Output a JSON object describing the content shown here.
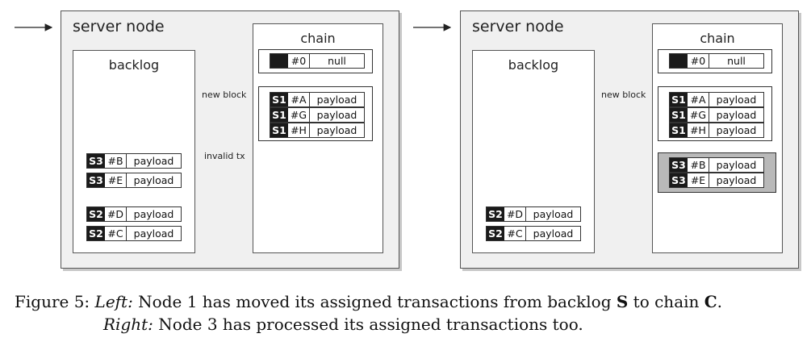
{
  "left_panel": {
    "node_title": "server node",
    "backlog_title": "backlog",
    "chain_title": "chain",
    "genesis": {
      "id": "#0",
      "payload": "null"
    },
    "block1": [
      {
        "server": "S1",
        "id": "#A",
        "payload": "payload"
      },
      {
        "server": "S1",
        "id": "#G",
        "payload": "payload"
      },
      {
        "server": "S1",
        "id": "#H",
        "payload": "payload"
      }
    ],
    "backlog_items": [
      {
        "server": "S3",
        "id": "#B",
        "payload": "payload"
      },
      {
        "server": "S3",
        "id": "#E",
        "payload": "payload"
      },
      {
        "server": "S2",
        "id": "#D",
        "payload": "payload"
      },
      {
        "server": "S2",
        "id": "#C",
        "payload": "payload"
      }
    ],
    "new_block_label": "new block",
    "invalid_tx_label": "invalid tx"
  },
  "right_panel": {
    "node_title": "server node",
    "backlog_title": "backlog",
    "chain_title": "chain",
    "genesis": {
      "id": "#0",
      "payload": "null"
    },
    "block1": [
      {
        "server": "S1",
        "id": "#A",
        "payload": "payload"
      },
      {
        "server": "S1",
        "id": "#G",
        "payload": "payload"
      },
      {
        "server": "S1",
        "id": "#H",
        "payload": "payload"
      }
    ],
    "block2": [
      {
        "server": "S3",
        "id": "#B",
        "payload": "payload"
      },
      {
        "server": "S3",
        "id": "#E",
        "payload": "payload"
      }
    ],
    "backlog_items": [
      {
        "server": "S2",
        "id": "#D",
        "payload": "payload"
      },
      {
        "server": "S2",
        "id": "#C",
        "payload": "payload"
      }
    ],
    "new_block_label": "new block"
  },
  "caption": {
    "prefix": "Figure 5: ",
    "left_label": "Left:",
    "left_text": " Node 1 has moved its assigned transactions from backlog ",
    "s": "S",
    "mid": " to chain ",
    "c": "C",
    "end": ".",
    "right_label": "Right:",
    "right_text": " Node 3 has processed its assigned transactions too."
  }
}
